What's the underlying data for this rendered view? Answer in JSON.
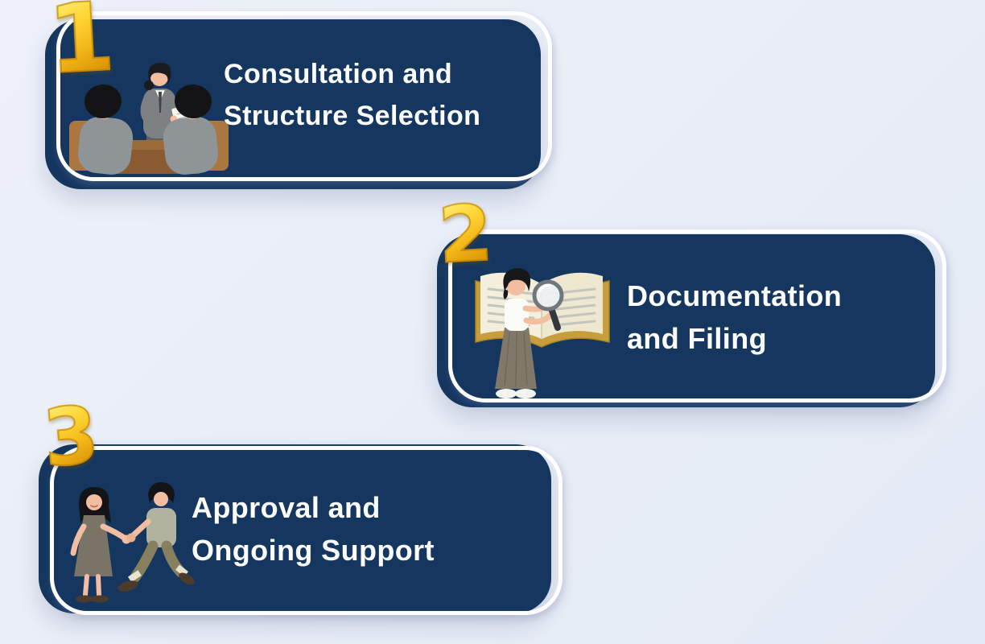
{
  "page": {
    "title": "Three-step process infographic",
    "background_color": "#e9edf7"
  },
  "colors": {
    "card_navy": "#14365f",
    "card_outline_white": "#ffffff",
    "number_gold": "#f7c51e",
    "number_gold_dark": "#c8860b",
    "title_text": "#ffffff"
  },
  "steps": [
    {
      "number": "1",
      "title_line1": "Consultation and",
      "title_line2": "Structure Selection",
      "illustration": "consultation-meeting"
    },
    {
      "number": "2",
      "title_line1": "Documentation",
      "title_line2": "and Filing",
      "illustration": "book-with-magnifier"
    },
    {
      "number": "3",
      "title_line1": "Approval and",
      "title_line2": "Ongoing Support",
      "illustration": "handshake-agreement"
    }
  ]
}
